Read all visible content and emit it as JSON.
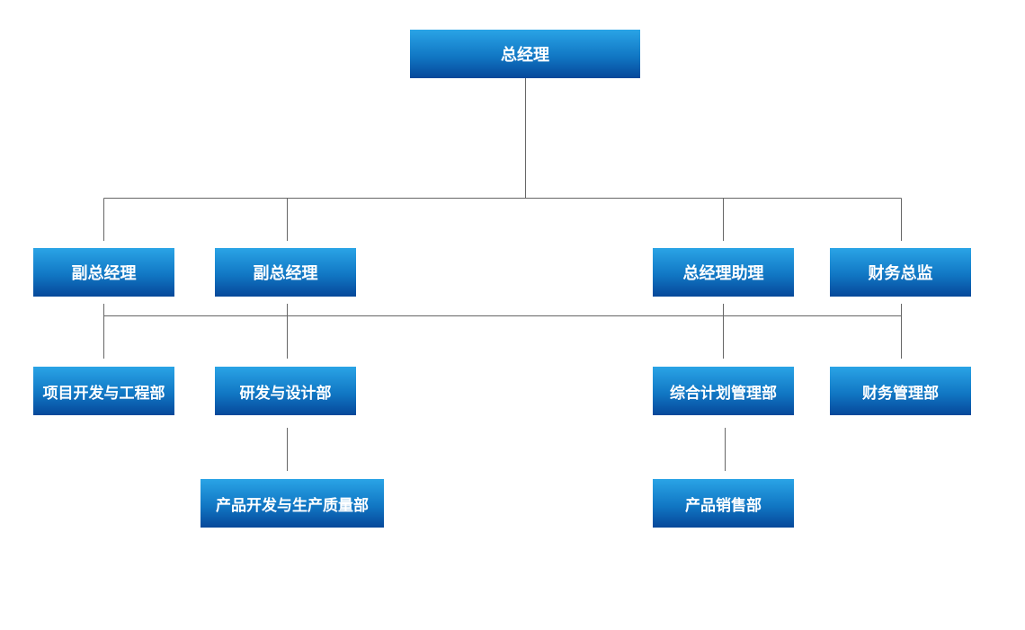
{
  "org": {
    "general_manager": "总经理",
    "level2": {
      "vice_gm_1": "副总经理",
      "vice_gm_2": "副总经理",
      "assistant_gm": "总经理助理",
      "finance_director": "财务总监"
    },
    "level3": {
      "project_dev_engineering": "项目开发与工程部",
      "rd_design": "研发与设计部",
      "planning_management": "综合计划管理部",
      "finance_management": "财务管理部"
    },
    "level4": {
      "product_dev_quality": "产品开发与生产质量部",
      "product_sales": "产品销售部"
    }
  },
  "colors": {
    "box_top": "#2aa4e6",
    "box_bottom": "#06489a",
    "connector": "#666666",
    "text": "#ffffff"
  }
}
